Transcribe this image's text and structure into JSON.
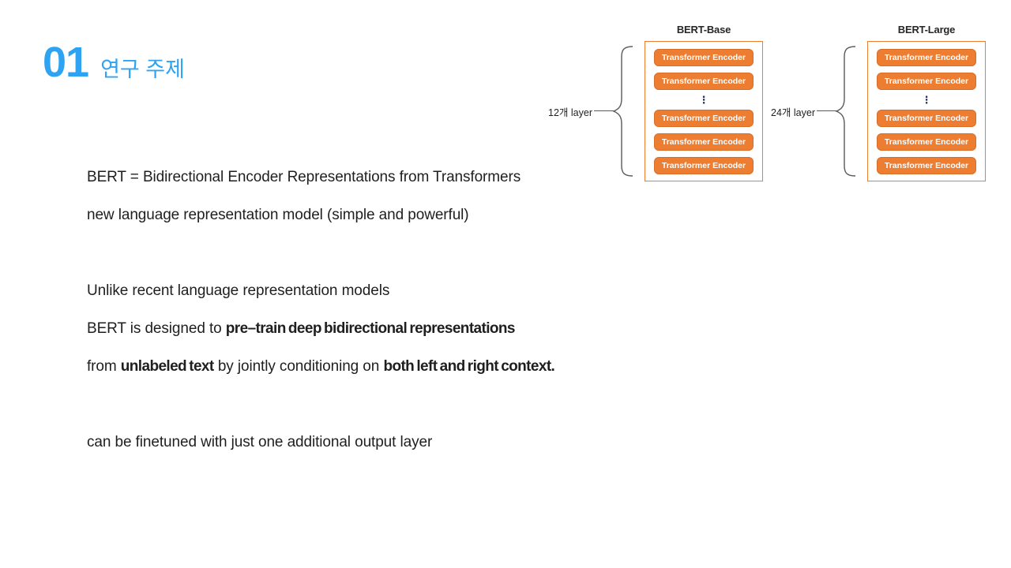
{
  "header": {
    "number": "01",
    "title": "연구 주제"
  },
  "content": {
    "line1": "BERT = Bidirectional Encoder Representations from Transformers",
    "line2": "new language representation model (simple and powerful)",
    "line3": "Unlike recent language representation models",
    "line4": {
      "normal": "BERT is designed to ",
      "bold": "pre–train deep bidirectional representations"
    },
    "line5": {
      "normal1": "from ",
      "bold1": "unlabeled text",
      "normal2": " by jointly conditioning on ",
      "bold2": "both left and right context."
    },
    "line6": "can be finetuned with just one additional output layer"
  },
  "diagrams": [
    {
      "title": "BERT-Base",
      "layer_label": "12개 layer",
      "encoder_label": "Transformer Encoder",
      "ellipsis": "⋮",
      "encoders_shown": 5
    },
    {
      "title": "BERT-Large",
      "layer_label": "24개 layer",
      "encoder_label": "Transformer Encoder",
      "ellipsis": "⋮",
      "encoders_shown": 5
    }
  ],
  "colors": {
    "accent_blue": "#2EA3F2",
    "encoder_fill": "#ED7D31",
    "encoder_border": "#D86D28",
    "stack_outline": "#ED7D31",
    "ellipsis_navy": "#1F3864",
    "brace_gray": "#595959",
    "body_text": "#1F1F1F",
    "background": "#FFFFFF"
  }
}
